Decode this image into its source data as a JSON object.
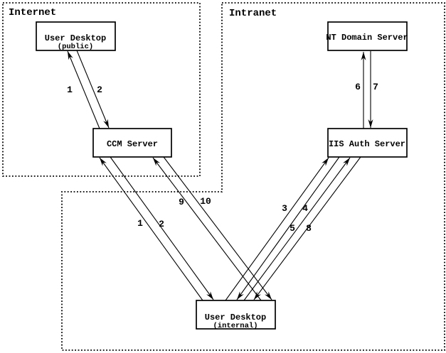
{
  "diagram": {
    "zones": {
      "internet": {
        "label": "Internet"
      },
      "intranet": {
        "label": "Intranet"
      }
    },
    "nodes": {
      "user_desktop_public": {
        "title": "User Desktop",
        "subtitle": "(public)"
      },
      "ccm_server": {
        "title": "CCM Server"
      },
      "nt_domain_server": {
        "title": "NT Domain Server"
      },
      "iis_auth_server": {
        "title": "IIS Auth Server"
      },
      "user_desktop_internal": {
        "title": "User Desktop",
        "subtitle": "(internal)"
      }
    },
    "step_labels": {
      "public_1": "1",
      "public_2": "2",
      "internal_1": "1",
      "internal_2": "2",
      "step_3": "3",
      "step_4": "4",
      "step_5": "5",
      "step_6": "6",
      "step_7": "7",
      "step_8": "8",
      "step_9": "9",
      "step_10": "10"
    },
    "colors": {
      "line": "#000000",
      "background": "#ffffff",
      "node_fill": "#ffffff"
    }
  }
}
